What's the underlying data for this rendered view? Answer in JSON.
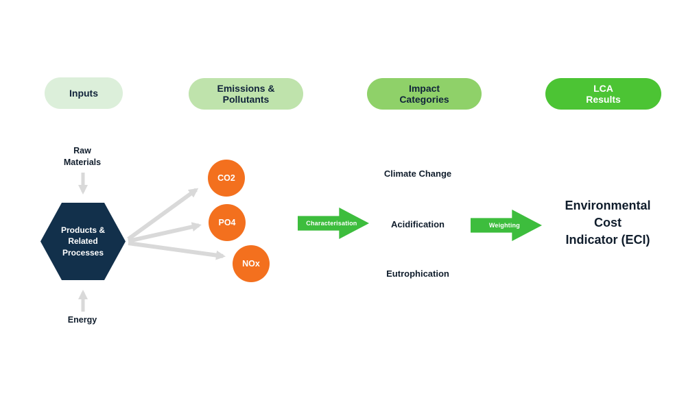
{
  "colors": {
    "pill_inputs_bg": "#dcefda",
    "pill_emissions_bg": "#bfe3ac",
    "pill_impact_bg": "#8fd169",
    "pill_lca_bg": "#4cc434",
    "hexagon_bg": "#12304b",
    "emission_circle_bg": "#f3701e",
    "gray_connector": "#d9d9d9",
    "green_arrow": "#3dbd3d",
    "text_dark": "#10233a",
    "text_white": "#ffffff"
  },
  "columns": [
    {
      "label_lines": [
        "Inputs"
      ]
    },
    {
      "label_lines": [
        "Emissions &",
        "Pollutants"
      ]
    },
    {
      "label_lines": [
        "Impact",
        "Categories"
      ]
    },
    {
      "label_lines": [
        "LCA",
        "Results"
      ]
    }
  ],
  "inputs": {
    "raw_materials_lines": [
      "Raw",
      "Materials"
    ],
    "energy": "Energy",
    "process_lines": [
      "Products &",
      "Related",
      "Processes"
    ]
  },
  "emissions": {
    "items": [
      "CO2",
      "PO4",
      "NOx"
    ]
  },
  "impact_categories": {
    "items": [
      "Climate Change",
      "Acidification",
      "Eutrophication"
    ]
  },
  "arrows": {
    "characterisation": "Characterisation",
    "weighting": "Weighting"
  },
  "results": {
    "eci_lines": [
      "Environmental",
      "Cost",
      "Indicator (ECI)"
    ]
  }
}
